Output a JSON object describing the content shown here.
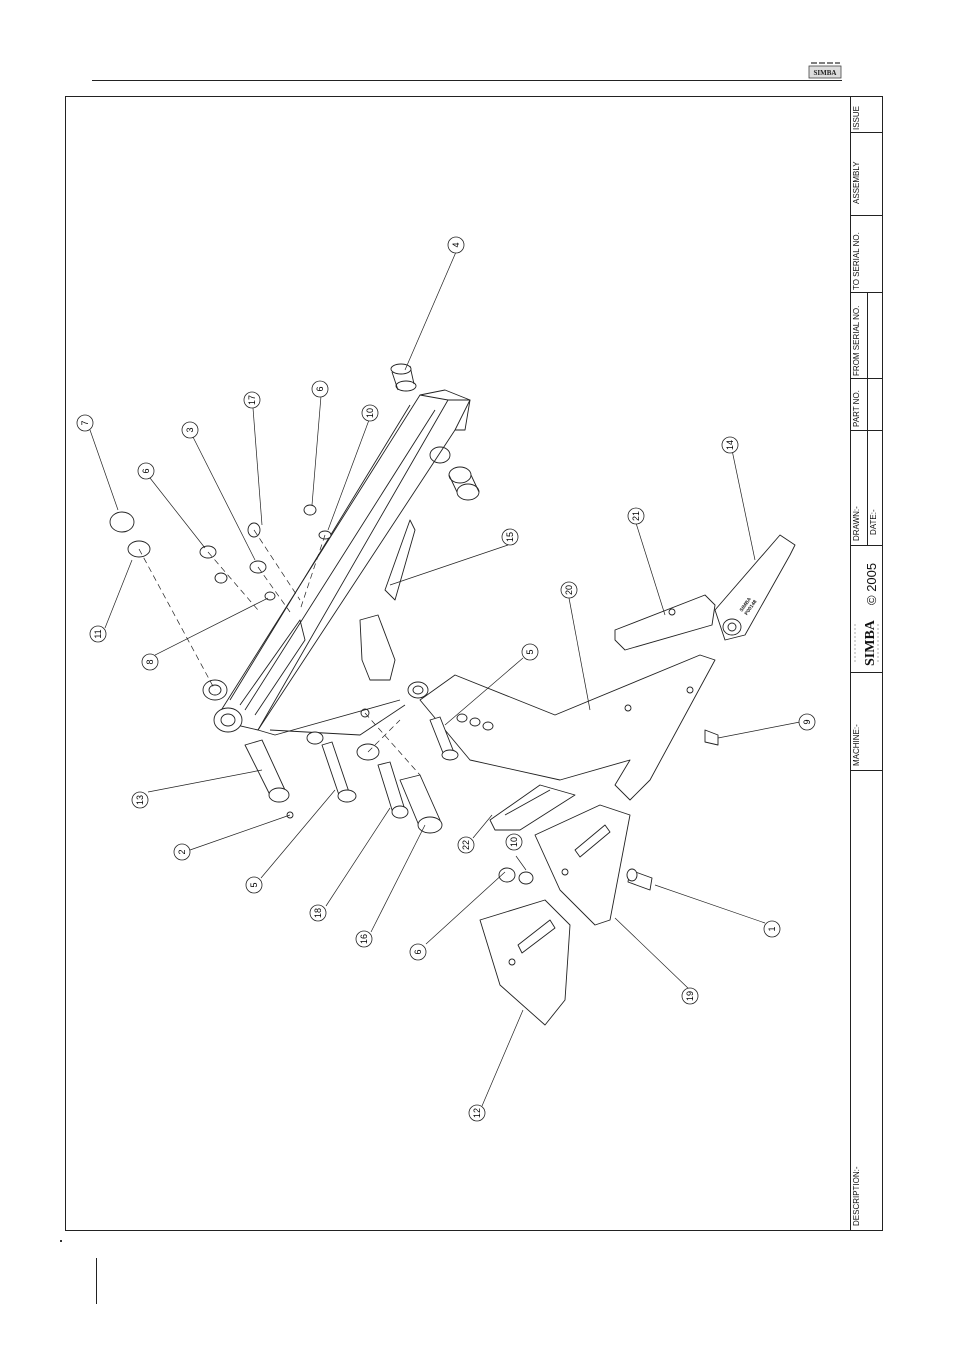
{
  "title_block": {
    "issue": "ISSUE",
    "assembly": "ASSEMBLY",
    "to_serial": "TO SERIAL NO.",
    "from_serial": "FROM SERIAL NO.",
    "part_no": "PART NO.",
    "drawn": "DRAWN:-",
    "date": "DATE:-",
    "copyright": "© 2005",
    "brand": "SIMBA",
    "machine": "MACHINE:-",
    "description": "DESCRIPTION:-"
  },
  "header": {
    "logo_text": "SIMBA"
  },
  "balloons": [
    "4",
    "7",
    "6",
    "3",
    "17",
    "6",
    "10",
    "15",
    "21",
    "14",
    "20",
    "11",
    "8",
    "5",
    "9",
    "13",
    "2",
    "5",
    "18",
    "16",
    "22",
    "10",
    "6",
    "1",
    "19",
    "12"
  ],
  "part_stamp": {
    "line1": "SIMBA",
    "line2": "P00148"
  }
}
